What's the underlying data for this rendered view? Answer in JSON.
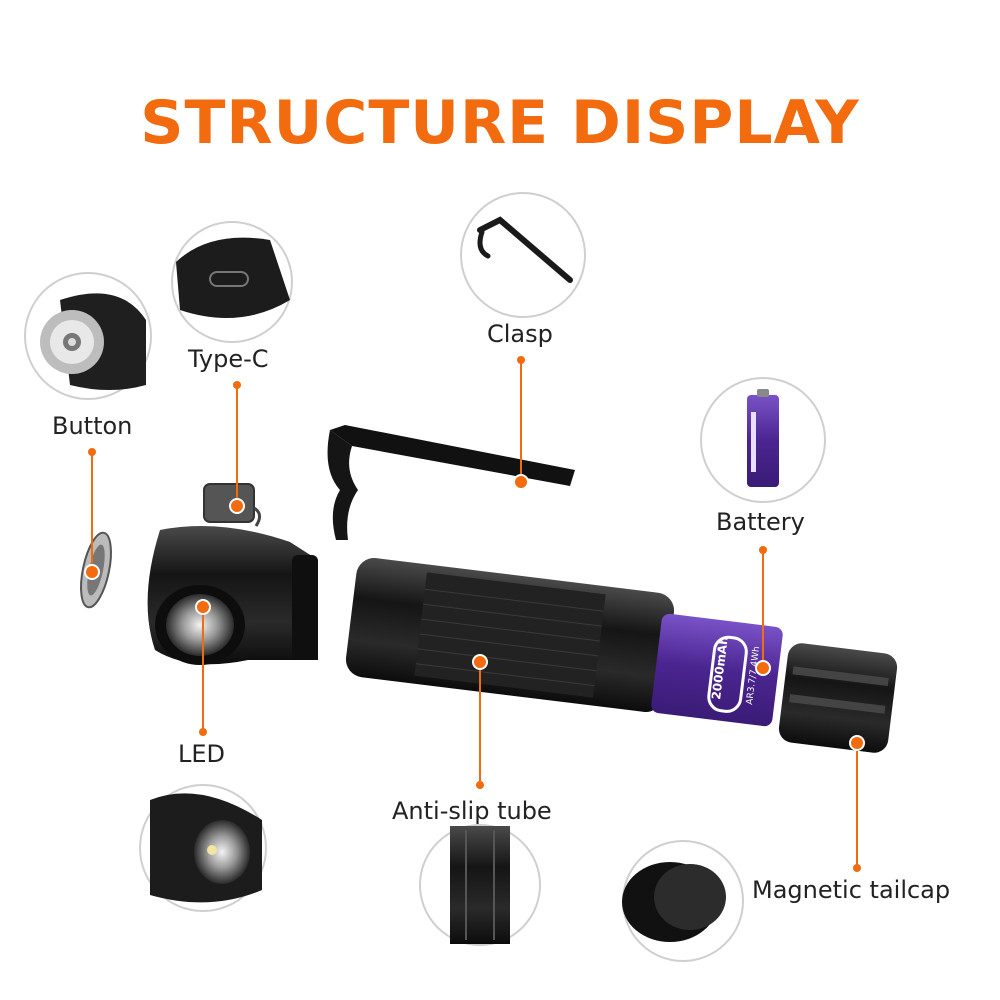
{
  "title": "STRUCTURE DISPLAY",
  "parts": {
    "button": "Button",
    "type_c": "Type-C",
    "clasp": "Clasp",
    "battery": "Battery",
    "led": "LED",
    "anti_slip_tube": "Anti-slip tube",
    "magnetic_tailcap": "Magnetic tailcap"
  },
  "battery_print": {
    "capacity": "2000mAh",
    "spec": "AR3.7/7.4Wh"
  },
  "colors": {
    "accent": "#f26b0f",
    "battery": "#5b2ea6",
    "body": "#1c1c1c"
  }
}
